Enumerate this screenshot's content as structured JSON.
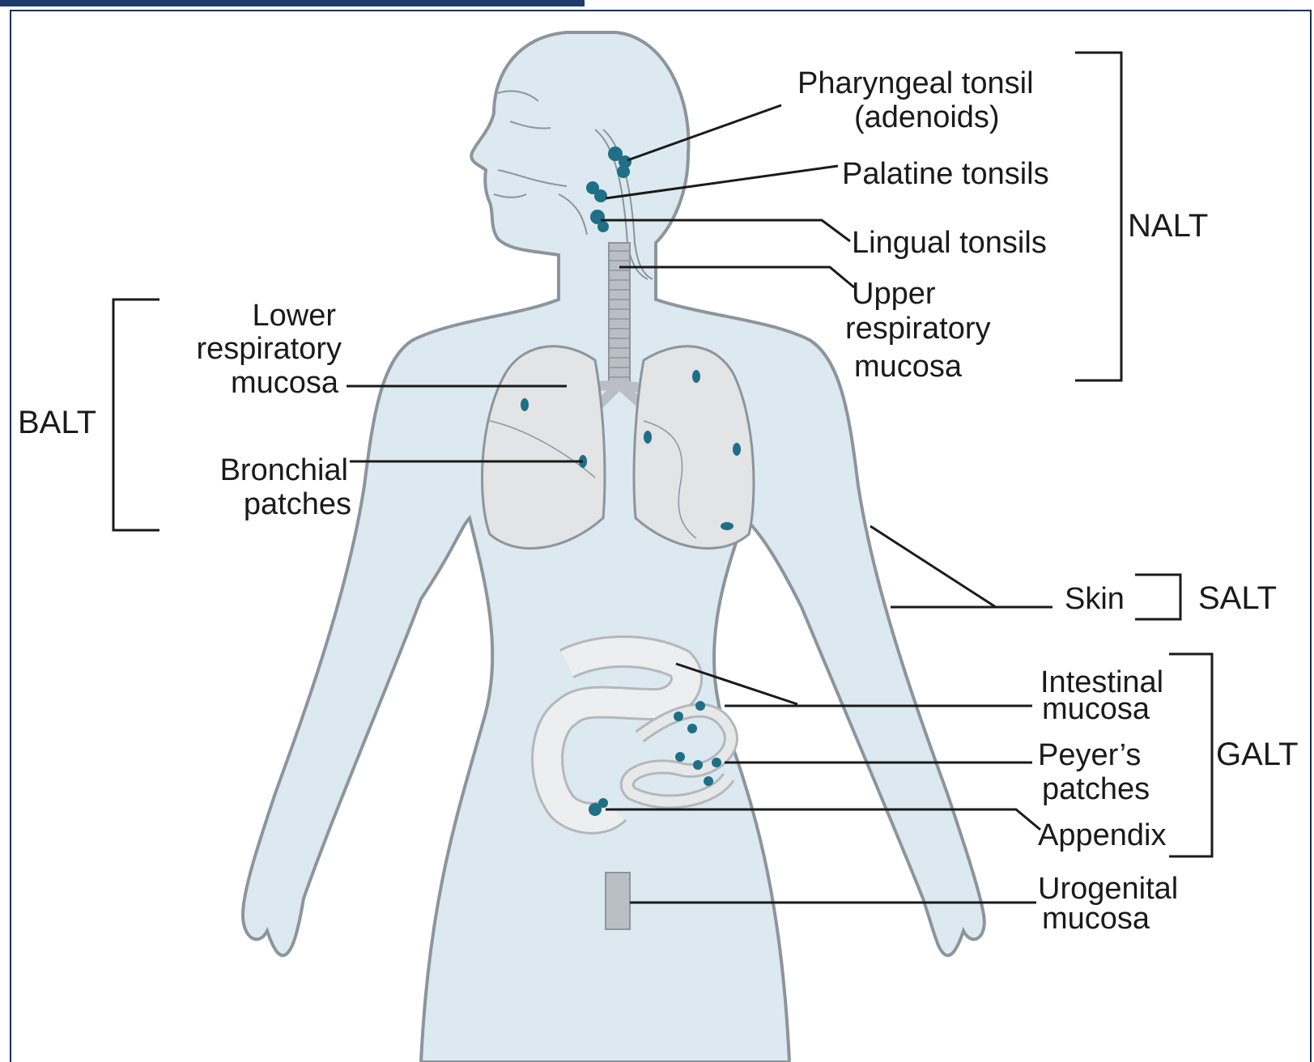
{
  "labels": {
    "pharyngeal": [
      "Pharyngeal tonsil",
      "(adenoids)"
    ],
    "palatine": "Palatine tonsils",
    "lingual": "Lingual tonsils",
    "upper_resp": [
      "Upper",
      "respiratory",
      "mucosa"
    ],
    "lower_resp": [
      "Lower",
      "respiratory",
      "mucosa"
    ],
    "bronchial": [
      "Bronchial",
      "patches"
    ],
    "skin": "Skin",
    "intestinal": [
      "Intestinal",
      "mucosa"
    ],
    "peyers": [
      "Peyer’s",
      "patches"
    ],
    "appendix": "Appendix",
    "urogenital": [
      "Urogenital",
      "mucosa"
    ]
  },
  "groups": {
    "nalt": "NALT",
    "balt": "BALT",
    "salt": "SALT",
    "galt": "GALT"
  },
  "colors": {
    "body": "#dce9f1",
    "outline": "#8d959c",
    "lymphoid": "#1f6f86",
    "organ": "#dfe3e6",
    "frame": "#1d2f57"
  }
}
